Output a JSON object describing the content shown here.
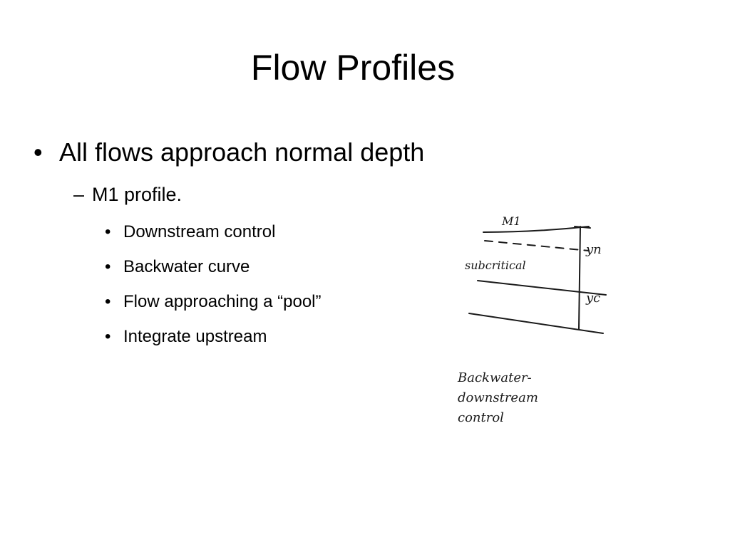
{
  "slide": {
    "title": "Flow Profiles",
    "bullet": "All flows approach normal depth",
    "sub_bullet": "M1 profile.",
    "sub_sub_bullets": [
      "Downstream control",
      "Backwater curve",
      "Flow approaching a “pool”",
      "Integrate upstream"
    ]
  },
  "markers": {
    "level1": "•",
    "level2": "–",
    "level3": "•"
  },
  "sketch": {
    "profile_label": "M1",
    "normal_depth_label": "yn",
    "critical_depth_label": "yc",
    "regime_label": "subcritical",
    "note_lines": [
      "Backwater-",
      "downstream",
      "control"
    ]
  }
}
